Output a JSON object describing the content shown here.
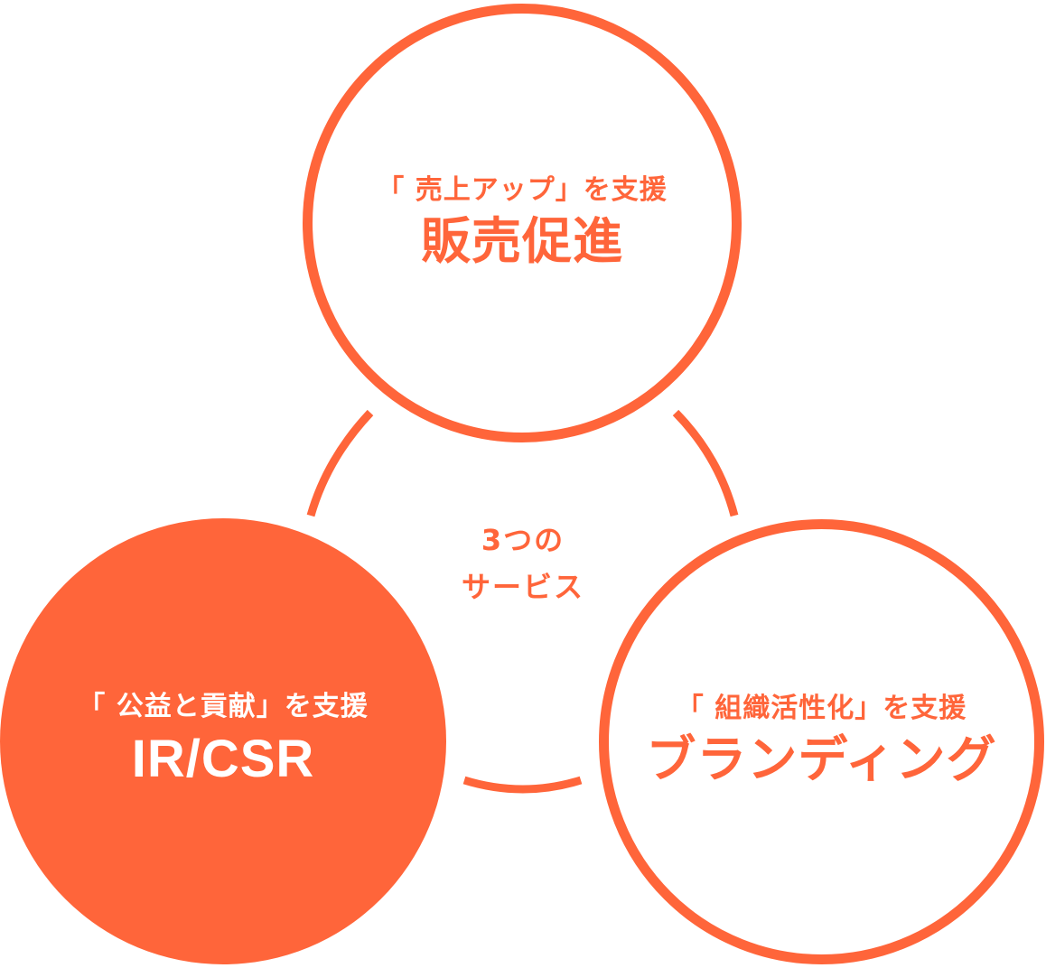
{
  "center": {
    "line1": "3つの",
    "line2": "サービス"
  },
  "services": {
    "top": {
      "subtitle": "「 売上アップ」を支援",
      "title": "販売促進"
    },
    "left": {
      "subtitle": "「 公益と貢献」を支援",
      "title": "IR/CSR"
    },
    "right": {
      "subtitle": "「 組織活性化」を支援",
      "title": "ブランディング"
    }
  },
  "colors": {
    "accent": "#ff653a",
    "background": "#ffffff",
    "filled_text": "#ffffff"
  }
}
